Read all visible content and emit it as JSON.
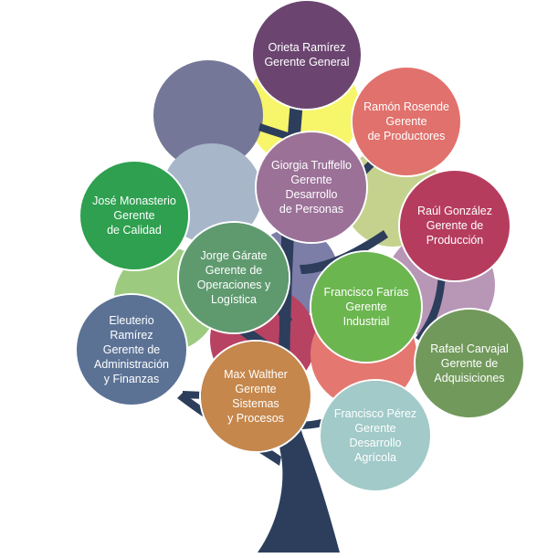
{
  "org_chart": {
    "nodes": [
      {
        "id": "orieta",
        "text": "Orieta Ramírez\nGerente General",
        "color": "#6b4570"
      },
      {
        "id": "ramon",
        "text": "Ramón Rosende\nGerente\nde Productores",
        "color": "#e1716c"
      },
      {
        "id": "giorgia",
        "text": "Giorgia Truffello\nGerente\nDesarrollo\nde Personas",
        "color": "#9b7198"
      },
      {
        "id": "jose",
        "text": "José Monasterio\nGerente\nde Calidad",
        "color": "#2ea04f"
      },
      {
        "id": "raul",
        "text": "Raúl González\nGerente de\nProducción",
        "color": "#b63c5e"
      },
      {
        "id": "jorge",
        "text": "Jorge Gárate\nGerente de\nOperaciones y\nLogística",
        "color": "#5f9a6f"
      },
      {
        "id": "francisco-farias",
        "text": "Francisco Farías\nGerente\nIndustrial",
        "color": "#6cb650"
      },
      {
        "id": "eleuterio",
        "text": "Eleuterio\nRamírez\nGerente de\nAdministración\ny Finanzas",
        "color": "#5b7295"
      },
      {
        "id": "rafael",
        "text": "Rafael Carvajal\nGerente de\nAdquisiciones",
        "color": "#71995b"
      },
      {
        "id": "max",
        "text": "Max Walther\nGerente\nSistemas\ny Procesos",
        "color": "#c5874c"
      },
      {
        "id": "francisco-perez",
        "text": "Francisco Pérez\nGerente\nDesarrollo\nAgrícola",
        "color": "#a1cac9"
      }
    ]
  },
  "decor": {
    "trunk_color": "#2c3e5c",
    "bubble_colors": [
      "#f7f56a",
      "#757798",
      "#a7b6c9",
      "#c5d28e",
      "#b896b6",
      "#9ccb7f",
      "#7d7ea8",
      "#b84262",
      "#e47770"
    ]
  }
}
